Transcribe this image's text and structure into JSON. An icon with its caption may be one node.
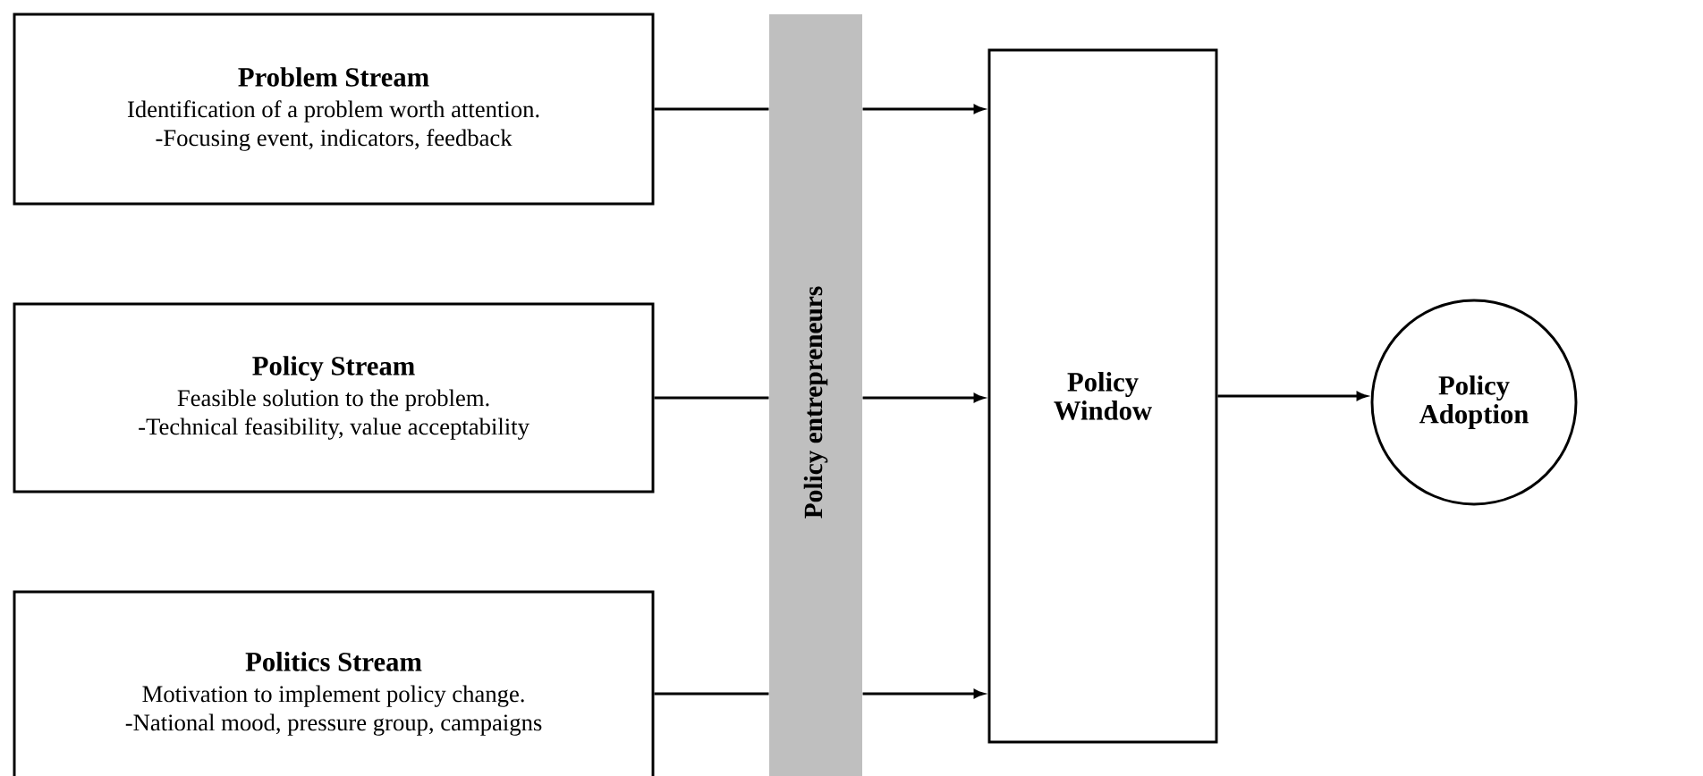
{
  "diagram": {
    "nodes": [
      {
        "text": [
          "Problem Stream",
          "Identification of a problem worth attention.",
          "-Focusing event, indicators, feedback"
        ]
      },
      {
        "text": [
          "Policy Stream",
          "Feasible solution to the problem.",
          "-Technical feasibility, value acceptability"
        ]
      },
      {
        "text": [
          "Politics Stream",
          "Motivation to implement policy change.",
          "-National mood, pressure group, campaigns"
        ]
      },
      {
        "text": [
          "Policy entrepreneurs"
        ]
      },
      {
        "text": [
          "Policy Window"
        ]
      },
      {
        "text": [
          "Policy Adoption"
        ]
      }
    ],
    "edges": [
      {
        "from": 0,
        "to": 3,
        "arrow": "none"
      },
      {
        "from": 3,
        "to": 4,
        "arrow": "to"
      },
      {
        "from": 1,
        "to": 3,
        "arrow": "none"
      },
      {
        "from": 3,
        "to": 4,
        "arrow": "to"
      },
      {
        "from": 2,
        "to": 3,
        "arrow": "none"
      },
      {
        "from": 3,
        "to": 4,
        "arrow": "to"
      },
      {
        "from": 4,
        "to": 5,
        "arrow": "to"
      }
    ]
  }
}
